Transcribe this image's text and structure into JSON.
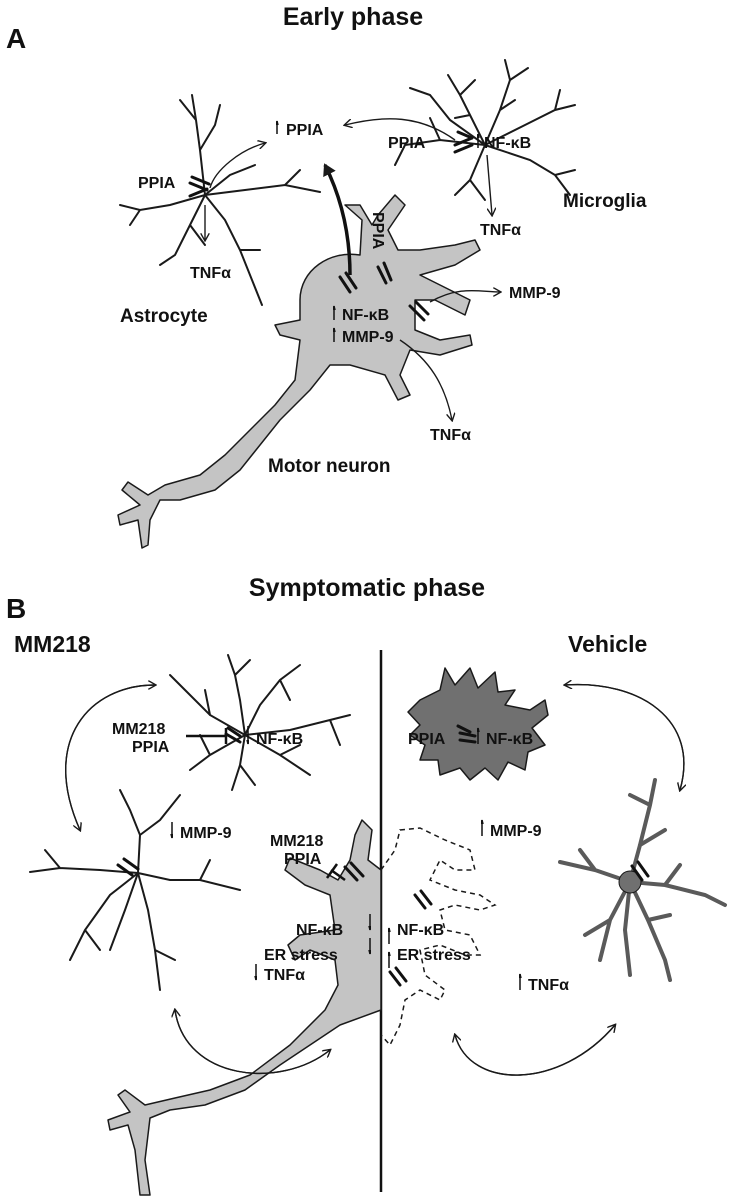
{
  "panels": [
    {
      "letter": "A",
      "title": "Early phase",
      "cells": {
        "astrocyte": "Astrocyte",
        "microglia": "Microglia",
        "neuron": "Motor neuron"
      },
      "labels": {
        "ppia_up": "PPIA",
        "ppia_astro": "PPIA",
        "ppia_micro": "PPIA",
        "ppia_neuron": "PPIA",
        "nfkb_micro": "NF-κB",
        "tnf_micro": "TNFα",
        "tnf_astro": "TNFα",
        "tnf_neuron": "TNFα",
        "mmp9_out": "MMP-9",
        "nfkb_neuron": "NF-κB",
        "mmp9_neuron": "MMP-9"
      }
    },
    {
      "letter": "B",
      "title": "Symptomatic phase",
      "left_condition": "MM218",
      "right_condition": "Vehicle",
      "labels": {
        "mm218_micro": "MM218",
        "ppia_micro_l": "PPIA",
        "nfkb_micro_l": "NF-κB",
        "mmp9_l": "MMP-9",
        "mm218_neuron": "MM218",
        "ppia_neuron_l": "PPIA",
        "nfkb_neuron_l": "NF-κB",
        "er_l": "ER stress",
        "tnf_l": "TNFα",
        "ppia_micro_r": "PPIA",
        "nfkb_micro_r": "NF-κB",
        "mmp9_r": "MMP-9",
        "nfkb_neuron_r": "NF-κB",
        "er_r": "ER stress",
        "tnf_r": "TNFα"
      }
    }
  ],
  "colors": {
    "neuron_fill": "#c4c4c4",
    "activated_fill": "#707070",
    "line": "#1a1a1a"
  }
}
